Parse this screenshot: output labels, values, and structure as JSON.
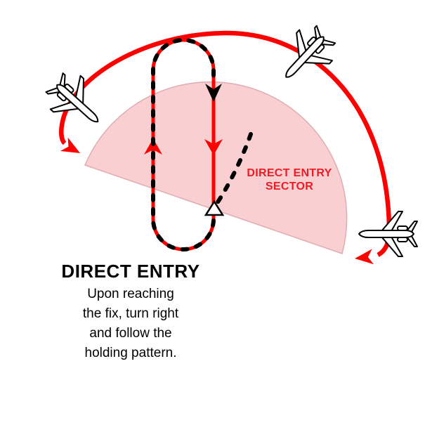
{
  "diagram": {
    "kind": "holding-pattern-entry-diagram",
    "sector": {
      "label": "DIRECT ENTRY\nSECTOR"
    },
    "caption": {
      "title": "DIRECT ENTRY",
      "body": "Upon reaching\nthe fix, turn right\nand follow the\nholding pattern."
    },
    "icons": {
      "planes": [
        "airplane-icon-left",
        "airplane-icon-top-right",
        "airplane-icon-bottom-right"
      ],
      "fix": "fix-triangle-icon"
    }
  },
  "colors": {
    "line_red": "#FF0000",
    "label_red": "#ED1C24",
    "sector_pink": "#F9CFD2",
    "sector_edge": "#DFACB2",
    "path_black": "#000000"
  }
}
